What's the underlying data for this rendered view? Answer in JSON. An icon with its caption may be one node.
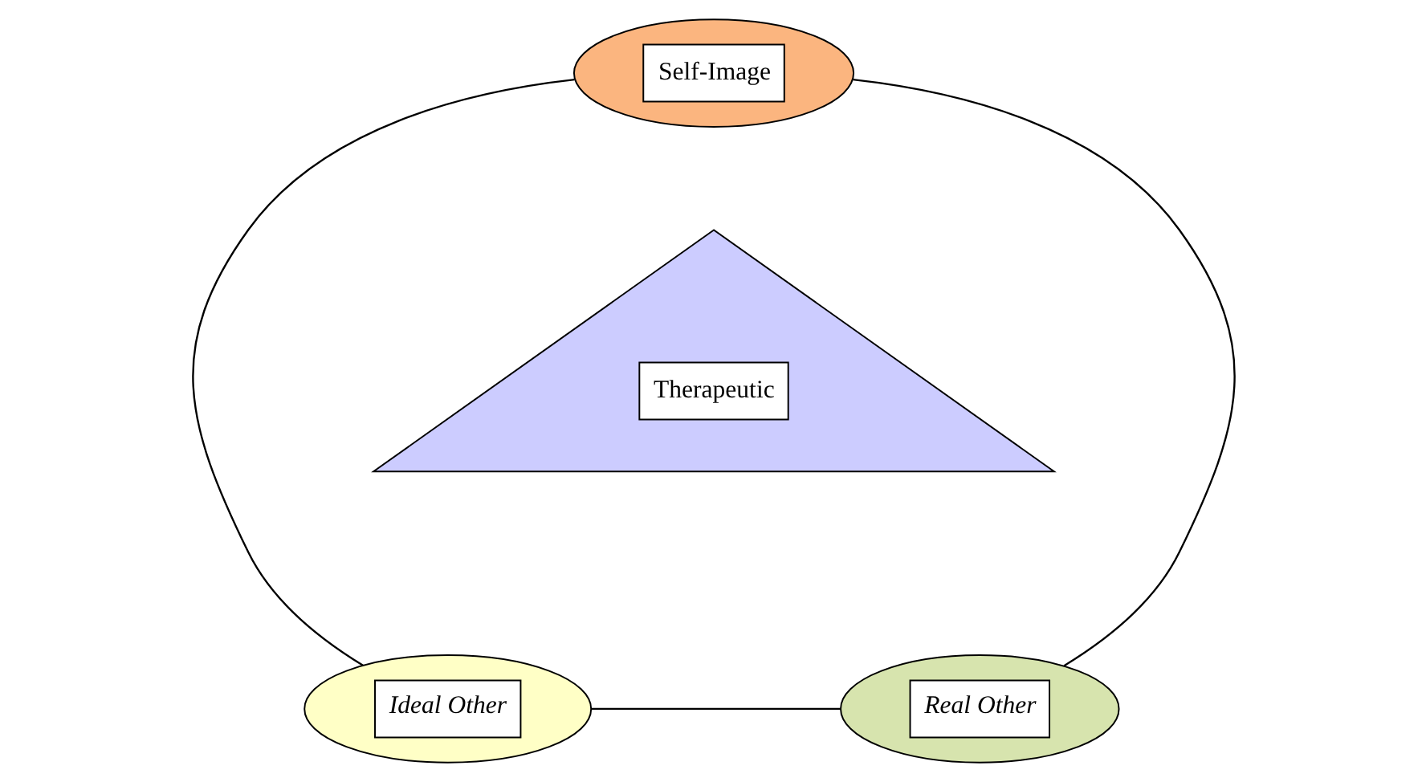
{
  "diagram": {
    "nodes": [
      {
        "text": [
          "Self-Image"
        ]
      },
      {
        "text": [
          "Therapeutic"
        ]
      },
      {
        "text": [
          "Ideal Other"
        ]
      },
      {
        "text": [
          "Real Other"
        ]
      }
    ],
    "edges": [
      {
        "from": 0,
        "to": 2,
        "arrow": "none"
      },
      {
        "from": 0,
        "to": 3,
        "arrow": "none"
      },
      {
        "from": 2,
        "to": 3,
        "arrow": "none"
      }
    ]
  }
}
